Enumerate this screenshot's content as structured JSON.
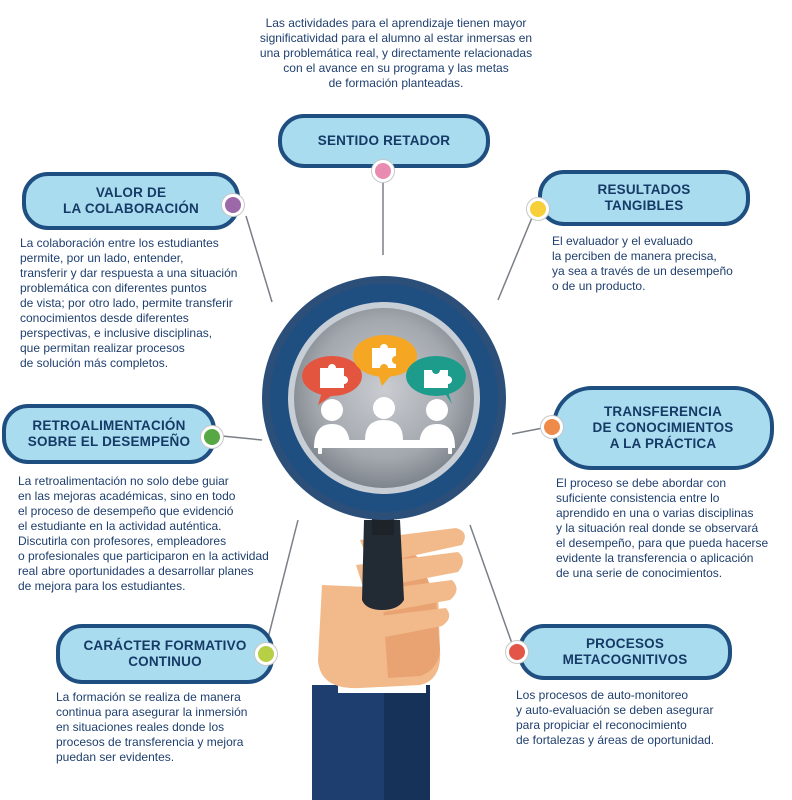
{
  "intro": "Las actividades para el aprendizaje tienen mayor\nsignificatividad para el alumno al estar inmersas en\nuna problemática real, y directamente relacionadas\ncon el avance en su programa y las metas\nde formación planteadas.",
  "nodes": {
    "sentido_retador": {
      "title": "SENTIDO RETADOR",
      "dot_color": "#e98bb0"
    },
    "valor_colaboracion": {
      "title": "VALOR DE\nLA COLABORACIÓN",
      "dot_color": "#9d68a8",
      "text": "La colaboración entre los estudiantes\npermite, por un lado, entender,\ntransferir y dar respuesta a una situación\nproblemática con diferentes puntos\nde vista; por otro lado, permite transferir\nconocimientos desde diferentes\nperspectivas, e inclusive disciplinas,\nque permitan realizar procesos\nde solución más completos."
    },
    "resultados_tangibles": {
      "title": "RESULTADOS\nTANGIBLES",
      "dot_color": "#f6cf3a",
      "text": "El evaluador y el evaluado\nla perciben de manera precisa,\nya sea a través de un desempeño\no de un producto."
    },
    "retroalimentacion": {
      "title": "RETROALIMENTACIÓN\nSOBRE EL DESEMPEÑO",
      "dot_color": "#57a845",
      "text": "La retroalimentación no solo debe guiar\nen las mejoras académicas, sino en todo\nel proceso de desempeño que evidenció\nel estudiante en la actividad auténtica.\nDiscutirla con profesores, empleadores\no profesionales que participaron en la actividad\nreal abre oportunidades a desarrollar planes\nde mejora para los estudiantes."
    },
    "transferencia": {
      "title": "TRANSFERENCIA\nDE CONOCIMIENTOS\nA LA PRÁCTICA",
      "dot_color": "#ee8a4a",
      "text": "El proceso se debe abordar con\nsuficiente consistencia entre lo\naprendido en una o varias disciplinas\ny la situación real donde se observará\nel desempeño, para que pueda hacerse\nevidente la transferencia o aplicación\nde una serie de conocimientos."
    },
    "caracter_formativo": {
      "title": "CARÁCTER FORMATIVO\nCONTINUO",
      "dot_color": "#b6cf45",
      "text": "La formación se realiza de manera\ncontinua para asegurar la inmersión\nen situaciones reales donde los\nprocesos de transferencia y mejora\npuedan ser evidentes."
    },
    "procesos_metacognitivos": {
      "title": "PROCESOS\nMETACOGNITIVOS",
      "dot_color": "#e35548",
      "text": "Los procesos de auto-monitoreo\ny auto-evaluación se deben asegurar\npara propiciar el reconocimiento\nde fortalezas y áreas de oportunidad."
    }
  },
  "colors": {
    "pill_fill": "#a9dcef",
    "pill_border": "#1e4f80",
    "text": "#1f3f6e",
    "lens_ring": "#1e4f80",
    "lens_inner": "#9a9fa6",
    "skin": "#f2b98a",
    "sleeve": "#1d3e6e",
    "bubble_red": "#e4553f",
    "bubble_orange": "#f5a623",
    "bubble_teal": "#1d9c8c"
  }
}
